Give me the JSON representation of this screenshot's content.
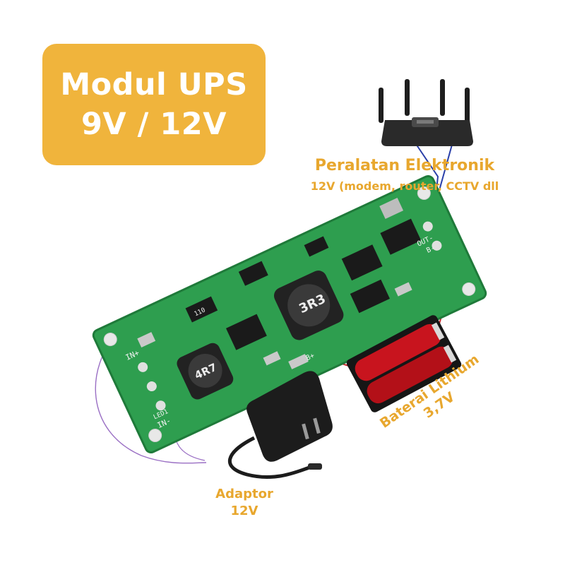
{
  "title": {
    "line1": "Modul UPS",
    "line2": "9V / 12V"
  },
  "labels": {
    "device_title": "Peralatan Elektronik",
    "device_subtitle": "12V (modem, router, CCTV dll",
    "adaptor_line1": "Adaptor",
    "adaptor_line2": "12V",
    "battery_line1": "Baterai Lithium",
    "battery_line2": "3,7V"
  },
  "board_markings": {
    "in_plus": "IN+",
    "in_minus": "IN-",
    "led": "LED1",
    "out_minus": "OUT-",
    "b_minus": "B-",
    "b_plus": "B+",
    "inductor_large": "3R3",
    "inductor_small": "4R7",
    "resistor_code": "110"
  },
  "colors": {
    "accent": "#F0B43C",
    "label_text": "#E8A72E",
    "pcb_green": "#2E9E4F",
    "ic_black": "#1A1A1A",
    "battery_red": "#C8141E",
    "wire_red": "#C8282D",
    "wire_blue": "#2A3FA8",
    "wire_purple": "#9A6FC4"
  }
}
